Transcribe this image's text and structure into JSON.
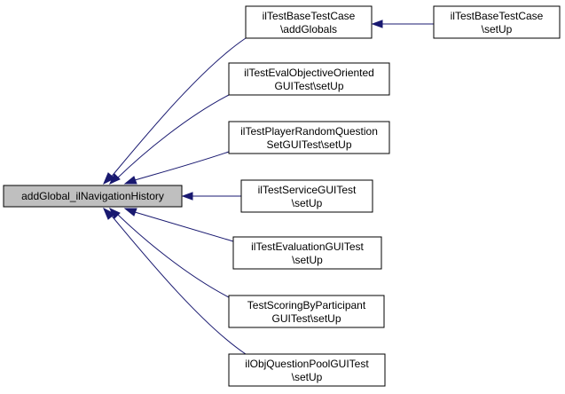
{
  "graph": {
    "colors": {
      "edge": "#191970",
      "root_fill": "#bfbfbf",
      "node_fill": "#ffffff",
      "node_border": "#000000"
    },
    "nodes": {
      "root": {
        "lines": [
          "addGlobal_ilNavigationHistory"
        ]
      },
      "addglobals": {
        "lines": [
          "ilTestBaseTestCase",
          "\\addGlobals"
        ]
      },
      "setup_base": {
        "lines": [
          "ilTestBaseTestCase",
          "\\setUp"
        ]
      },
      "evalobj": {
        "lines": [
          "ilTestEvalObjectiveOriented",
          "GUITest\\setUp"
        ]
      },
      "playerrandom": {
        "lines": [
          "ilTestPlayerRandomQuestion",
          "SetGUITest\\setUp"
        ]
      },
      "servicegui": {
        "lines": [
          "ilTestServiceGUITest",
          "\\setUp"
        ]
      },
      "evaluationgui": {
        "lines": [
          "ilTestEvaluationGUITest",
          "\\setUp"
        ]
      },
      "scoring": {
        "lines": [
          "TestScoringByParticipant",
          "GUITest\\setUp"
        ]
      },
      "objpool": {
        "lines": [
          "ilObjQuestionPoolGUITest",
          "\\setUp"
        ]
      }
    }
  }
}
